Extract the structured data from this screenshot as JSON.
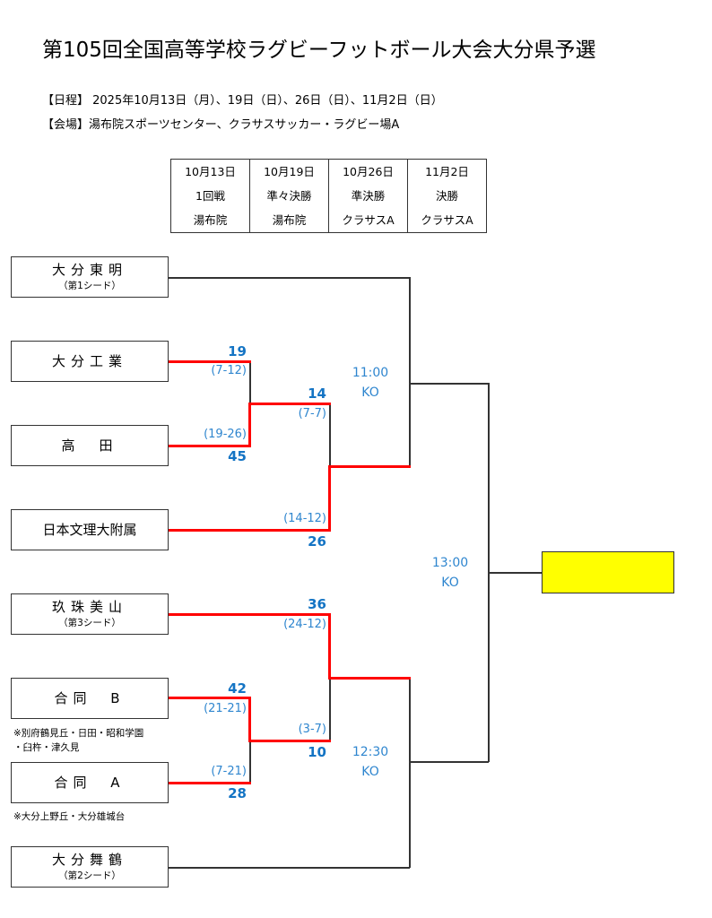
{
  "title": "第105回全国高等学校ラグビーフットボール大会大分県予選",
  "schedule_line": "【日程】 2025年10月13日（月）、19日（日）、26日（日）、11月2日（日）",
  "venue_line": "【会場】湯布院スポーツセンター、クラサスサッカー・ラグビー場A",
  "rounds": [
    {
      "date": "10月13日",
      "round": "1回戦",
      "venue": "湯布院"
    },
    {
      "date": "10月19日",
      "round": "準々決勝",
      "venue": "湯布院"
    },
    {
      "date": "10月26日",
      "round": "準決勝",
      "venue": "クラサスA"
    },
    {
      "date": "11月2日",
      "round": "決勝",
      "venue": "クラサスA"
    }
  ],
  "teams": [
    {
      "name": "大分東明",
      "seed": "（第1シード）"
    },
    {
      "name": "大分工業"
    },
    {
      "name": "高　田"
    },
    {
      "name": "日本文理大附属"
    },
    {
      "name": "玖珠美山",
      "seed": "（第3シード）"
    },
    {
      "name": "合同 B",
      "note_lines": [
        "※別府鶴見丘・日田・昭和学園",
        "・臼杵・津久見"
      ]
    },
    {
      "name": "合同 A",
      "note_lines": [
        "※大分上野丘・大分雄城台"
      ]
    },
    {
      "name": "大分舞鶴",
      "seed": "（第2シード）"
    }
  ],
  "matches": {
    "r1_a": {
      "top_score": "19",
      "top_half": "(7-12)",
      "bottom_half": "(19-26)",
      "bottom_score": "45"
    },
    "r1_b": {
      "top_score": "42",
      "top_half": "(21-21)",
      "bottom_half": "(7-21)",
      "bottom_score": "28"
    },
    "qf_a": {
      "top_score": "14",
      "top_half": "(7-7)",
      "bottom_half": "(14-12)",
      "bottom_score": "26"
    },
    "qf_b": {
      "top_score": "36",
      "top_half": "(24-12)",
      "bottom_half": "(3-7)",
      "bottom_score": "10"
    },
    "sf_a": {
      "time": "11:00",
      "ko": "KO"
    },
    "sf_b": {
      "time": "12:30",
      "ko": "KO"
    },
    "final": {
      "time": "13:00",
      "ko": "KO"
    }
  },
  "colors": {
    "winner_line": "#ff0000",
    "score_text": "#1474c4",
    "champion_box": "#ffff00"
  }
}
